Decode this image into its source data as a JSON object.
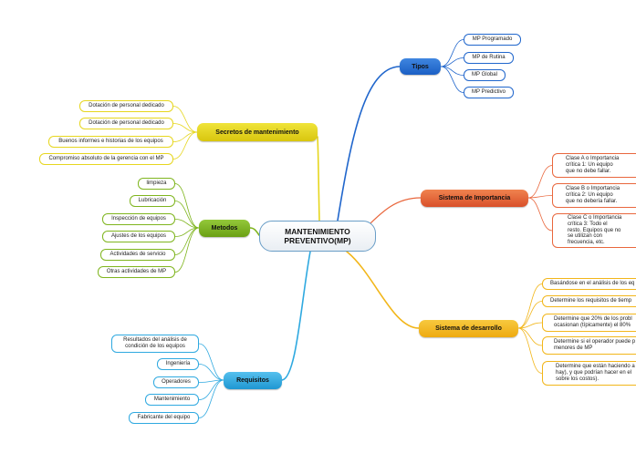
{
  "center": {
    "line1": "MANTENIMIENTO",
    "line2": "PREVENTIVO(MP)"
  },
  "branches": {
    "tipos": {
      "label": "Tipos",
      "color": "#2066cc",
      "items": [
        "MP Programado",
        "MP de Rutina",
        "MP Global",
        "MP Predictivo"
      ]
    },
    "importancia": {
      "label": "Sistema de Importancia",
      "color": "#e9673d",
      "items": [
        "Clase A o Importancia crítica 1: Un equipo que no debe fallar.",
        "Clase B o Importancia crítica 2: Un equipo que no debería fallar.",
        "Clase C o Importancia crítica 3: Todo el resto. Equipos que no se utilizan con frecuencia, etc."
      ]
    },
    "desarrollo": {
      "label": "Sistema de desarrollo",
      "color": "#f2b61a",
      "items": [
        "Basándose en el análisis de los eq",
        "Determine los requisitos de tiemp",
        "Determine que 20% de los probl ocasionan (típicamente) el 80%",
        "Determine si el operador puede p menores de MP",
        "Determine que están haciendo a hay), y que podrían hacer en el sobre los costos)."
      ]
    },
    "secretos": {
      "label": "Secretos de mantenimiento",
      "color": "#e6d61e",
      "items": [
        "Dotación de personal dedicado",
        "Dotación de personal dedicado",
        "Buenos informes e historias de los equipos",
        "Compromiso absoluto de la gerencia con el MP"
      ]
    },
    "metodos": {
      "label": "Metodos",
      "color": "#7fb51e",
      "items": [
        "limpieza",
        "Lubricación",
        "Inspección de equipos",
        "Ajustes de los equipos",
        "Actividades de servicio",
        "Otras actividades de MP"
      ]
    },
    "requisitos": {
      "label": "Requisitos",
      "color": "#2fa9e0",
      "items": [
        "Resultados del análisis de condición de los equipos",
        "Ingeniería",
        "Operadores",
        "Mantenimiento",
        "Fabricante del equipo"
      ]
    }
  }
}
